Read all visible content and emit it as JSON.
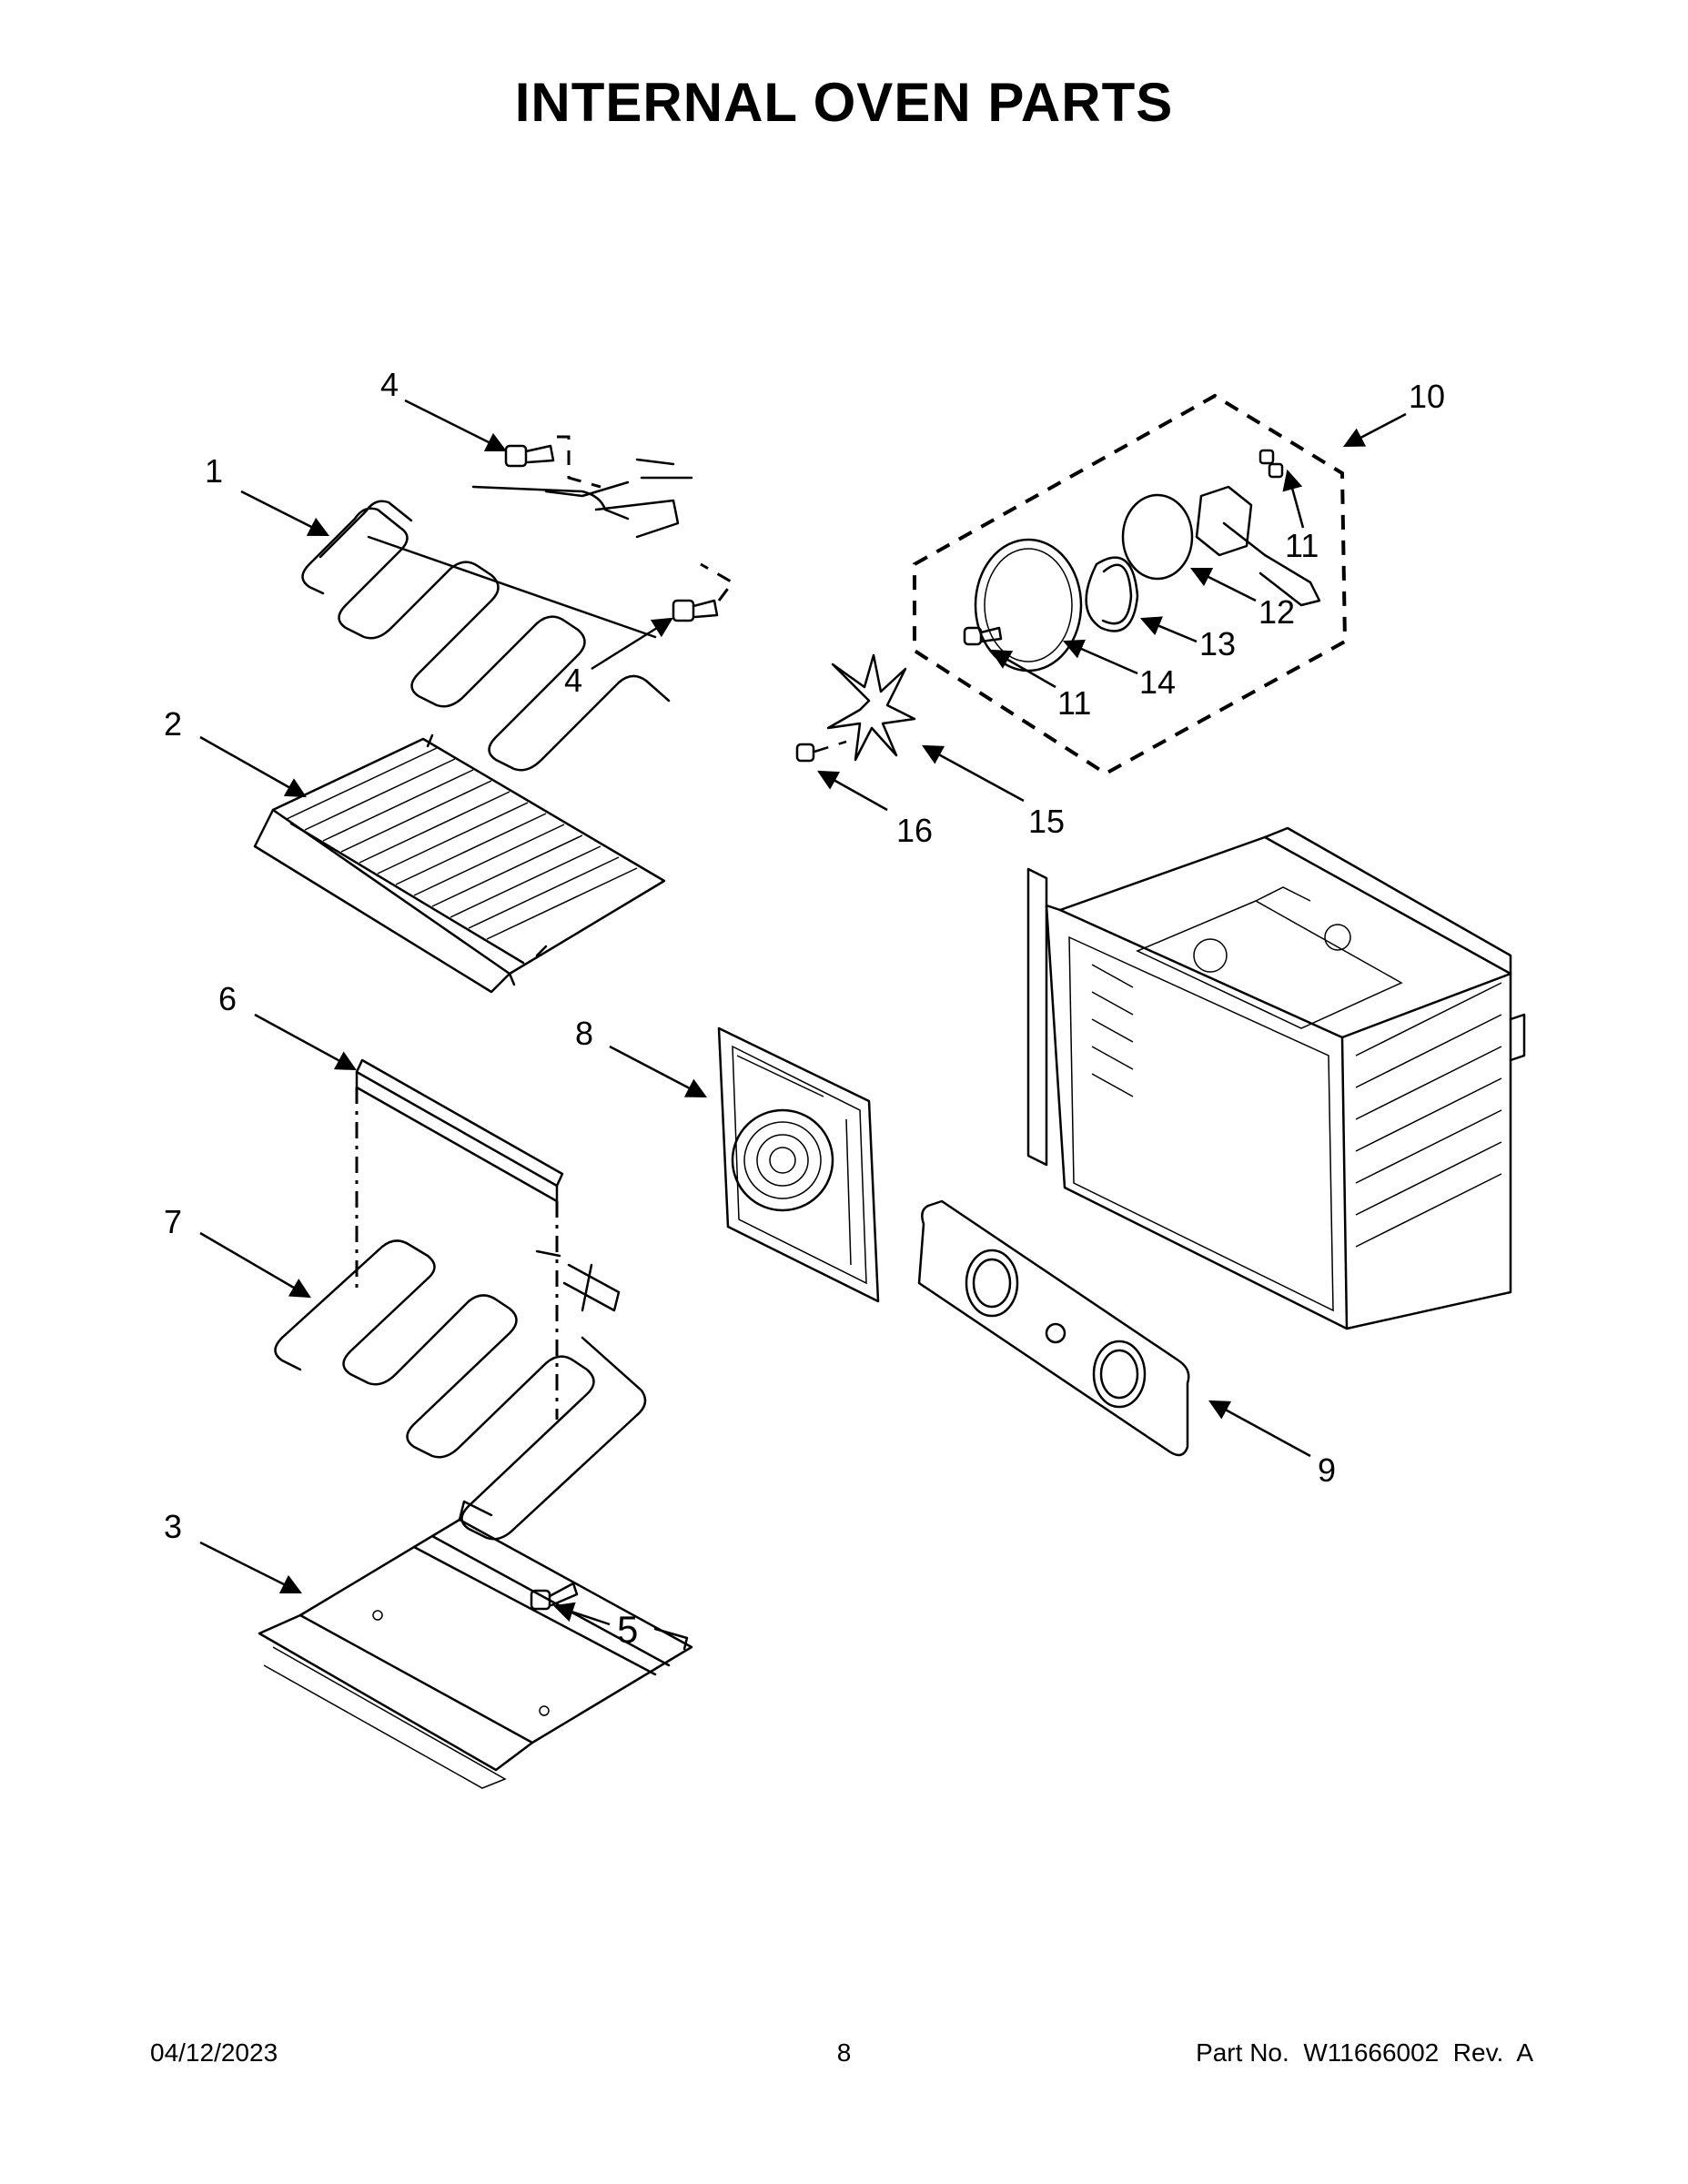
{
  "title": "INTERNAL OVEN PARTS",
  "callouts": {
    "c1": "1",
    "c2": "2",
    "c3": "3",
    "c4a": "4",
    "c4b": "4",
    "c5": "5",
    "c6": "6",
    "c7": "7",
    "c8": "8",
    "c9": "9",
    "c10": "10",
    "c11a": "11",
    "c11b": "11",
    "c12": "12",
    "c13": "13",
    "c14": "14",
    "c15": "15",
    "c16": "16"
  },
  "footer": {
    "date": "04/12/2023",
    "page": "8",
    "part_number": "Part No.  W11666002  Rev.  A"
  }
}
